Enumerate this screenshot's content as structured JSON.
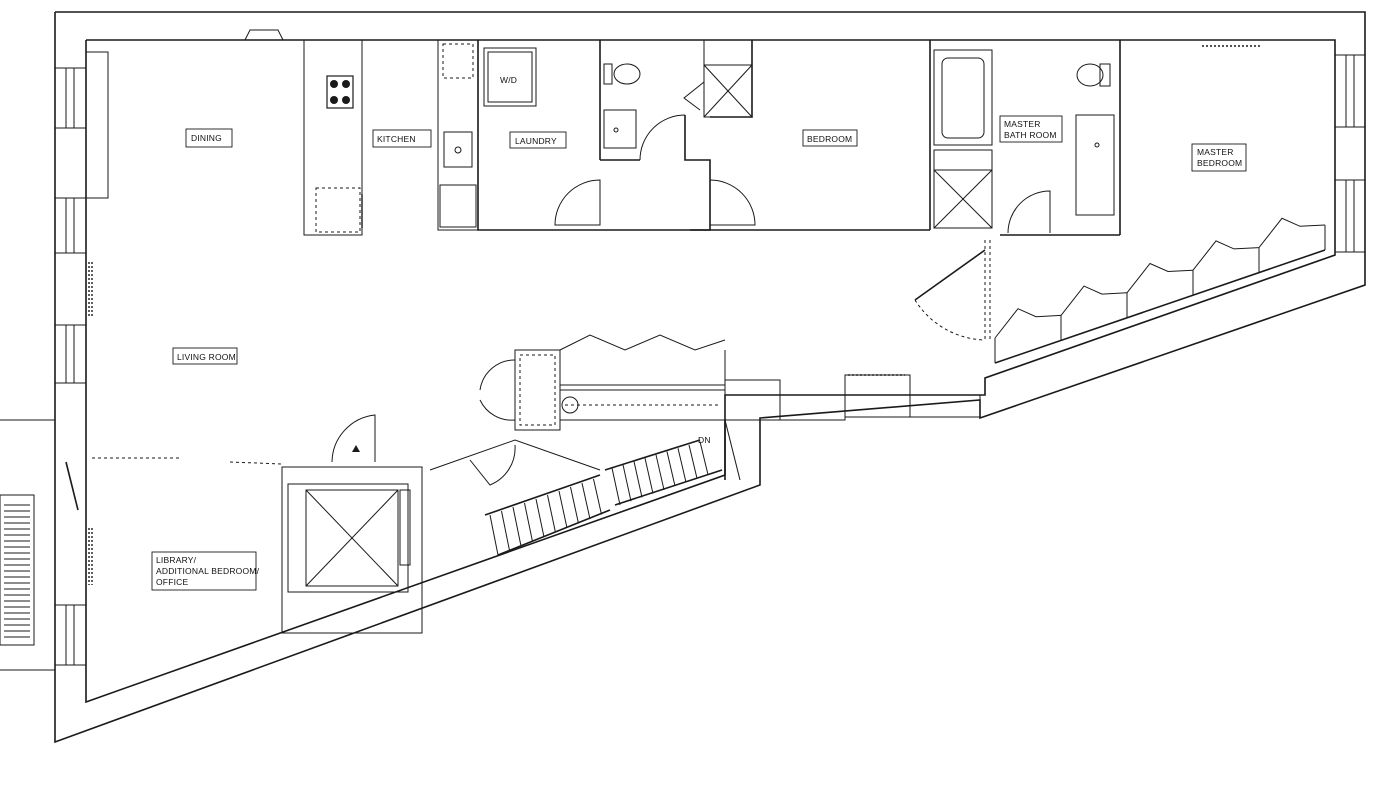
{
  "rooms": {
    "dining": "DINING",
    "kitchen": "KITCHEN",
    "laundry": "LAUNDRY",
    "washer_dryer": "W/D",
    "bedroom": "BEDROOM",
    "master_bath_line1": "MASTER",
    "master_bath_line2": "BATH ROOM",
    "master_bedroom_line1": "MASTER",
    "master_bedroom_line2": "BEDROOM",
    "living_room": "LIVING ROOM",
    "library_line1": "LIBRARY/",
    "library_line2": "ADDITIONAL BEDROOM/",
    "library_line3": "OFFICE",
    "stair_direction": "DN"
  },
  "colors": {
    "line": "#1a1a1a",
    "background": "#ffffff"
  }
}
